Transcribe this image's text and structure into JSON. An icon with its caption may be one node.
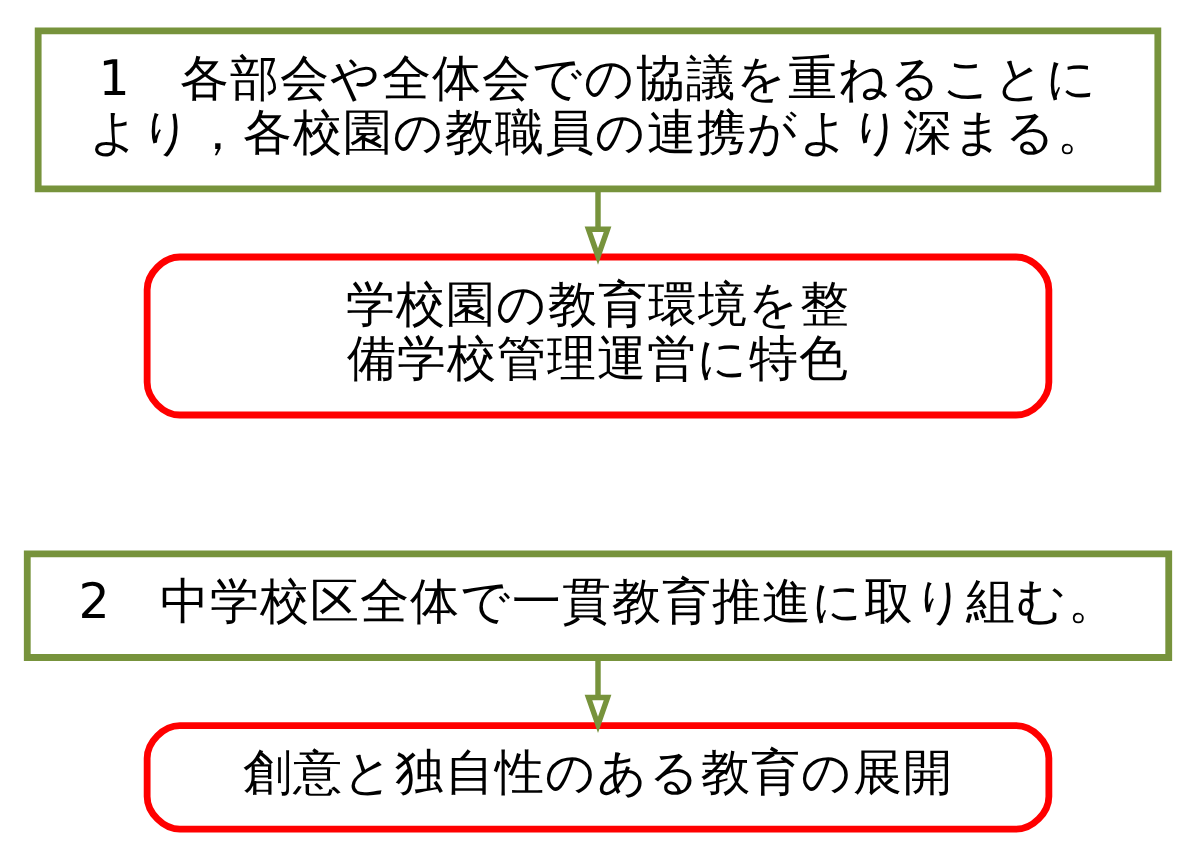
{
  "diagram": {
    "nodes": [
      {
        "text": [
          "1　各部会や全体会での協議を重ねることにより，各校園の教職員の連携がより深まる。"
        ]
      },
      {
        "text": [
          "学校園の教育環境を整備学校管理運営に特色"
        ]
      },
      {
        "text": [
          "2　中学校区全体で一貫教育推進に取り組む。"
        ]
      },
      {
        "text": [
          "創意と独自性のある教育の展開"
        ]
      }
    ],
    "edges": [
      {
        "from": 0,
        "to": 1,
        "arrow": "to"
      },
      {
        "from": 2,
        "to": 3,
        "arrow": "to"
      }
    ]
  }
}
